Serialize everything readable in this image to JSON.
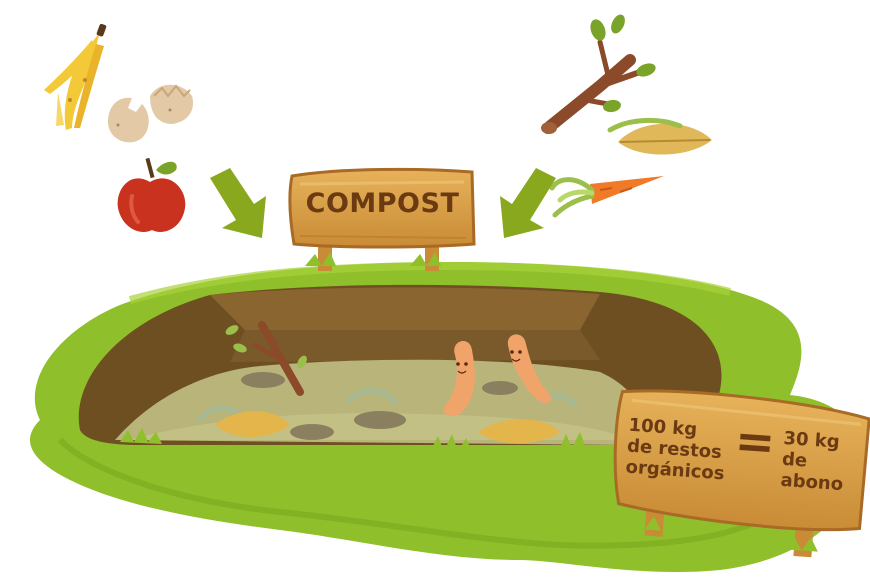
{
  "sign_title": "COMPOST",
  "conversion_sign": {
    "input_lines": [
      "100 kg",
      "de restos",
      "orgánicos"
    ],
    "equals": "=",
    "output_lines": [
      "30 kg",
      "de",
      "abono"
    ]
  },
  "colors": {
    "grass": "#8fbf2a",
    "soil_dark": "#7a5a2a",
    "wood": "#d9a04a",
    "wood_text": "#6b3a12",
    "arrow": "#8aa81e"
  },
  "icons": [
    "banana-peel-icon",
    "eggshell-icon",
    "apple-icon",
    "branch-icon",
    "dry-leaf-icon",
    "carrot-icon",
    "earthworm-icon",
    "down-arrow-icon"
  ]
}
